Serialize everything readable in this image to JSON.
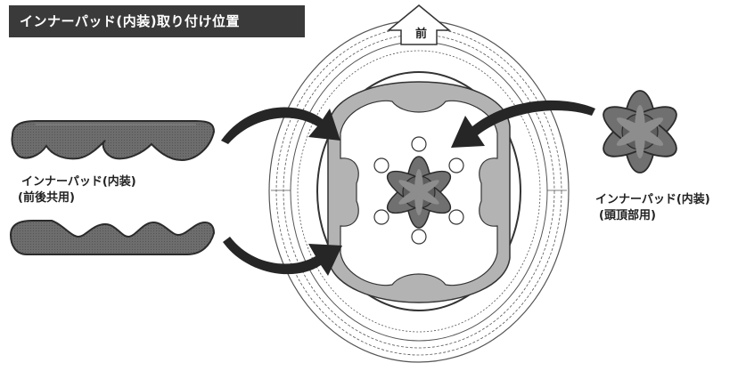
{
  "title": "インナーパッド(内装)取り付け位置",
  "front_marker": "前",
  "labels": {
    "side_pad": "インナーパッド(内装)",
    "side_pad_sub": "(前後共用)",
    "top_pad": "インナーパッド(内装)",
    "top_pad_sub": "(頭頂部用)"
  },
  "colors": {
    "title_bg": "#3a3a3a",
    "pad_fill": "#666666",
    "pad_light": "#8a8a8a",
    "outline": "#2b2b2b",
    "arrow": "#262626",
    "helmet_liner": "#a8a8a8"
  }
}
